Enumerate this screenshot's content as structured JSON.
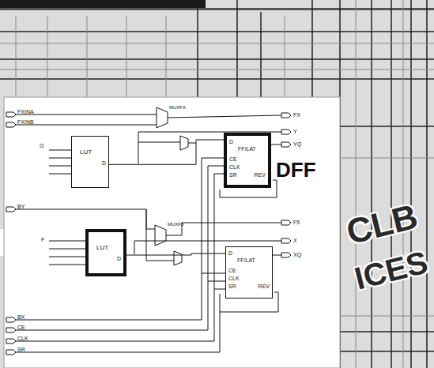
{
  "diagram": {
    "nodes": [
      {
        "text": [
          "LUT",
          "D"
        ]
      },
      {
        "text": [
          "D",
          "FF/LAT",
          "CE",
          "CLK",
          "SR",
          "REV"
        ]
      },
      {
        "text": [
          "LUT",
          "D"
        ]
      },
      {
        "text": [
          "D",
          "FF/LAT",
          "CE",
          "CLK",
          "SR",
          "REV"
        ]
      }
    ],
    "edges": [
      {
        "from": 0,
        "to": 1,
        "arrow": "none"
      },
      {
        "from": 2,
        "to": 3,
        "arrow": "none"
      }
    ],
    "labels": [
      "FXINA",
      "FXINB",
      "G",
      "MUXFX",
      "FX",
      "Y",
      "YQ",
      "DFF",
      "BY",
      "MUXF5",
      "F5",
      "X",
      "XQ",
      "F",
      "BX",
      "CE",
      "CLK",
      "SR",
      "CLB",
      "ICES"
    ]
  }
}
